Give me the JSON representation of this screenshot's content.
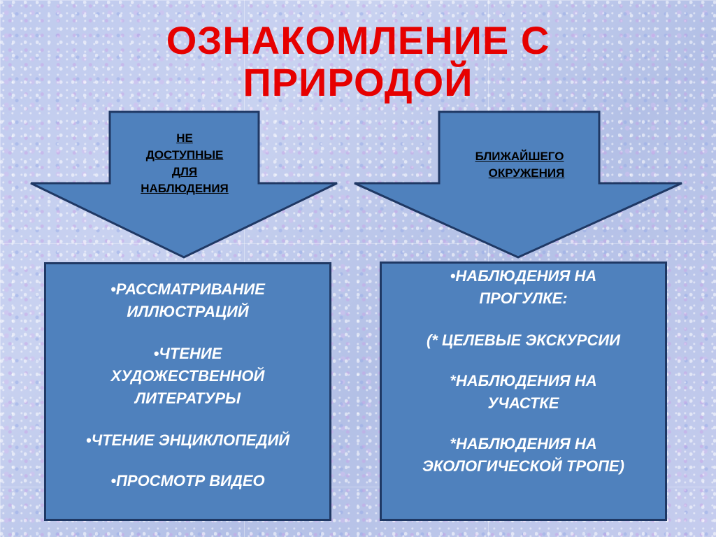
{
  "title": {
    "line1": "ОЗНАКОМЛЕНИЕ С",
    "line2": "ПРИРОДОЙ"
  },
  "left_arrow": {
    "lines": [
      "НЕ",
      "ДОСТУПНЫЕ",
      "ДЛЯ",
      "НАБЛЮДЕНИЯ"
    ]
  },
  "right_arrow": {
    "lines": [
      "БЛИЖАЙШЕГО",
      "ОКРУЖЕНИЯ"
    ]
  },
  "left_box": {
    "items": [
      "•РАССМАТРИВАНИЕ ИЛЛЮСТРАЦИЙ",
      "•ЧТЕНИЕ ХУДОЖЕСТВЕННОЙ ЛИТЕРАТУРЫ",
      "•ЧТЕНИЕ ЭНЦИКЛОПЕДИЙ",
      "•ПРОСМОТР ВИДЕО"
    ]
  },
  "right_box": {
    "items": [
      "•НАБЛЮДЕНИЯ НА ПРОГУЛКЕ:",
      "(* ЦЕЛЕВЫЕ ЭКСКУРСИИ",
      "*НАБЛЮДЕНИЯ НА УЧАСТКЕ",
      "*НАБЛЮДЕНИЯ НА ЭКОЛОГИЧЕСКОЙ ТРОПЕ)"
    ]
  },
  "colors": {
    "title": "#e60000",
    "shape_fill": "#4f81bd",
    "shape_border": "#1f3864"
  }
}
